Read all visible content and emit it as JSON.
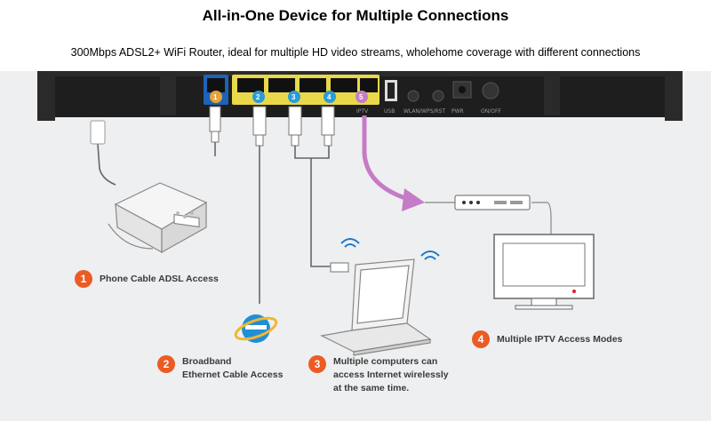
{
  "header": {
    "title": "All-in-One Device for Multiple Connections",
    "subtitle": "300Mbps ADSL2+ WiFi Router, ideal for multiple HD video streams, wholehome coverage with different connections"
  },
  "router": {
    "ports": [
      {
        "number": "1",
        "color": "#e7a33a"
      },
      {
        "number": "2",
        "color": "#2a9bd6"
      },
      {
        "number": "3",
        "color": "#2a9bd6"
      },
      {
        "number": "4",
        "color": "#2a9bd6"
      },
      {
        "number": "5",
        "color": "#c57bc8"
      }
    ],
    "port_labels": {
      "iptv": "IPTV",
      "usb": "USB",
      "wlan_wps": "WLAN/WPS/RST",
      "pwr": "PWR",
      "onoff": "ON/OFF"
    }
  },
  "callouts": [
    {
      "number": "1",
      "text": "Phone Cable ADSL Access"
    },
    {
      "number": "2",
      "text": "Broadband\nEthernet Cable Access"
    },
    {
      "number": "3",
      "text": "Multiple computers can\naccess Internet wirelessly\nat the same time."
    },
    {
      "number": "4",
      "text": "Multiple IPTV Access Modes"
    }
  ],
  "icons": [
    "telephone-icon",
    "ie-browser-icon",
    "laptop-icon",
    "wifi-icon",
    "set-top-box-icon",
    "tv-icon",
    "phone-plug-icon",
    "ethernet-plug-icon"
  ],
  "colors": {
    "accent": "#ec5b24",
    "lan_port": "#2a9bd6",
    "adsl_port": "#e7a33a",
    "iptv_cable": "#c57bc8",
    "background": "#eeeff0"
  }
}
